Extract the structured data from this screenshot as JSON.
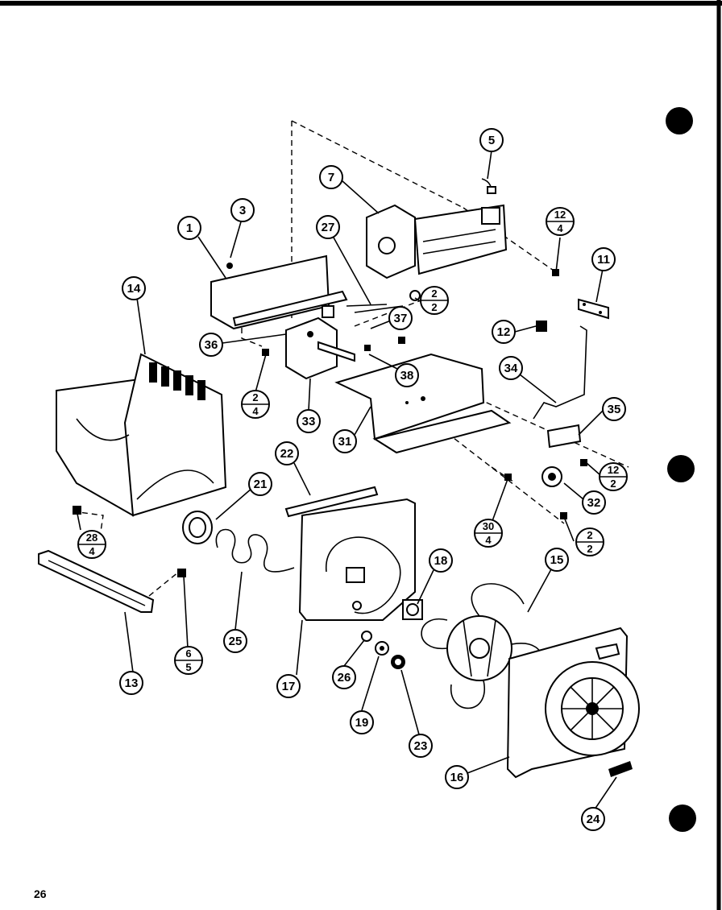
{
  "page_number": "26",
  "colors": {
    "ink": "#000000",
    "paper": "#ffffff"
  },
  "callouts": [
    {
      "id": "c1",
      "label": "1"
    },
    {
      "id": "c3",
      "label": "3"
    },
    {
      "id": "c5",
      "label": "5"
    },
    {
      "id": "c7",
      "label": "7"
    },
    {
      "id": "c11",
      "label": "11"
    },
    {
      "id": "c12",
      "label": "12"
    },
    {
      "id": "c13",
      "label": "13"
    },
    {
      "id": "c14",
      "label": "14"
    },
    {
      "id": "c15",
      "label": "15"
    },
    {
      "id": "c16",
      "label": "16"
    },
    {
      "id": "c17",
      "label": "17"
    },
    {
      "id": "c18",
      "label": "18"
    },
    {
      "id": "c19",
      "label": "19"
    },
    {
      "id": "c21",
      "label": "21"
    },
    {
      "id": "c22",
      "label": "22"
    },
    {
      "id": "c23",
      "label": "23"
    },
    {
      "id": "c24",
      "label": "24"
    },
    {
      "id": "c25",
      "label": "25"
    },
    {
      "id": "c26",
      "label": "26"
    },
    {
      "id": "c27",
      "label": "27"
    },
    {
      "id": "c31",
      "label": "31"
    },
    {
      "id": "c32",
      "label": "32"
    },
    {
      "id": "c33",
      "label": "33"
    },
    {
      "id": "c34",
      "label": "34"
    },
    {
      "id": "c35",
      "label": "35"
    },
    {
      "id": "c36",
      "label": "36"
    },
    {
      "id": "c37",
      "label": "37"
    },
    {
      "id": "c38",
      "label": "38"
    }
  ],
  "fraction_callouts": [
    {
      "id": "f12_4",
      "top": "12",
      "bottom": "4"
    },
    {
      "id": "f2_2a",
      "top": "2",
      "bottom": "2"
    },
    {
      "id": "f2_4",
      "top": "2",
      "bottom": "4"
    },
    {
      "id": "f28_4",
      "top": "28",
      "bottom": "4"
    },
    {
      "id": "f12_2",
      "top": "12",
      "bottom": "2"
    },
    {
      "id": "f30_4",
      "top": "30",
      "bottom": "4"
    },
    {
      "id": "f2_2b",
      "top": "2",
      "bottom": "2"
    },
    {
      "id": "f6_5",
      "top": "6",
      "bottom": "5"
    }
  ]
}
